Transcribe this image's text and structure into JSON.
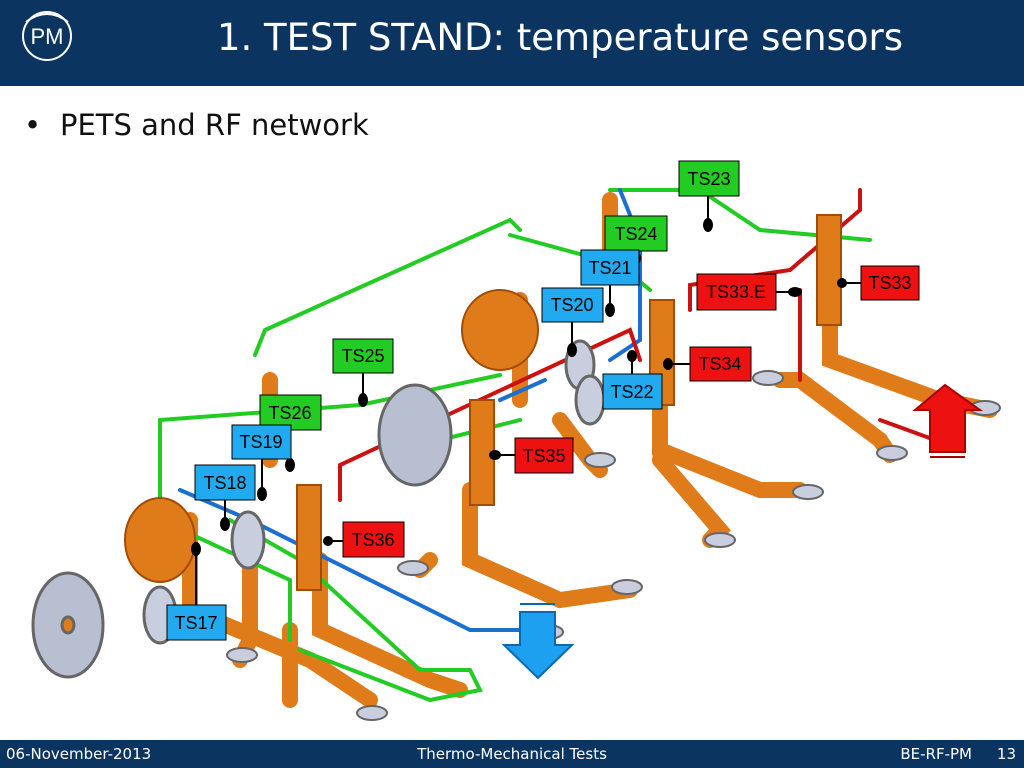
{
  "header": {
    "logo_text": "PM",
    "title": "1. TEST STAND: temperature sensors"
  },
  "content": {
    "bullet_symbol": "•",
    "bullet_text": "PETS and RF network"
  },
  "sensors": [
    {
      "id": "TS23",
      "label": "TS23",
      "color": "#22cc22"
    },
    {
      "id": "TS24",
      "label": "TS24",
      "color": "#22cc22"
    },
    {
      "id": "TS21",
      "label": "TS21",
      "color": "#22aaf0"
    },
    {
      "id": "TS20",
      "label": "TS20",
      "color": "#22aaf0"
    },
    {
      "id": "TS33E",
      "label": "TS33.E",
      "color": "#ee1111"
    },
    {
      "id": "TS33",
      "label": "TS33",
      "color": "#ee1111"
    },
    {
      "id": "TS25",
      "label": "TS25",
      "color": "#22cc22"
    },
    {
      "id": "TS34",
      "label": "TS34",
      "color": "#ee1111"
    },
    {
      "id": "TS22",
      "label": "TS22",
      "color": "#22aaf0"
    },
    {
      "id": "TS26",
      "label": "TS26",
      "color": "#22cc22"
    },
    {
      "id": "TS19",
      "label": "TS19",
      "color": "#22aaf0"
    },
    {
      "id": "TS35",
      "label": "TS35",
      "color": "#ee1111"
    },
    {
      "id": "TS18",
      "label": "TS18",
      "color": "#22aaf0"
    },
    {
      "id": "TS36",
      "label": "TS36",
      "color": "#ee1111"
    },
    {
      "id": "TS17",
      "label": "TS17",
      "color": "#22aaf0"
    }
  ],
  "colors": {
    "header_bg": "#0b3560",
    "copper": "#e07b1a",
    "cooling_green": "#22cc22",
    "cooling_blue": "#1a6fd0",
    "cooling_red": "#cc1111",
    "inlet_arrow": "#ee1111",
    "outlet_arrow": "#1ea0f0"
  },
  "footer": {
    "date": "06-November-2013",
    "center": "Thermo-Mechanical Tests",
    "group": "BE-RF-PM",
    "page": "13"
  }
}
